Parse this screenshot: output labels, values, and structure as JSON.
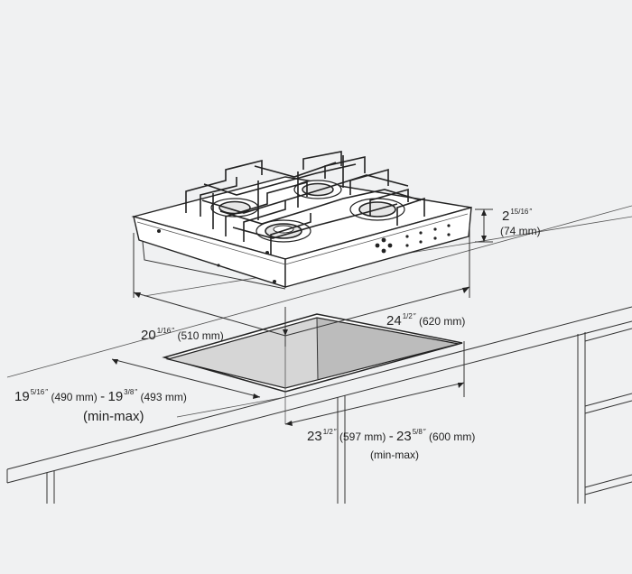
{
  "dimensions": {
    "height": {
      "whole": "2",
      "fraction": "15/16",
      "inch_mark": "″",
      "metric": "(74 mm)"
    },
    "cutout_depth": {
      "whole": "20",
      "fraction": "1/16",
      "inch_mark": "″",
      "metric": "(510 mm)"
    },
    "width": {
      "whole": "24",
      "fraction": "1/2",
      "inch_mark": "″",
      "metric": "(620 mm)"
    },
    "cutout_depth_range": {
      "min_whole": "19",
      "min_fraction": "5/16",
      "min_inch_mark": "″",
      "min_metric": "(490 mm)",
      "separator": "-",
      "max_whole": "19",
      "max_fraction": "3/8",
      "max_inch_mark": "″",
      "max_metric": "(493 mm)",
      "note": "(min-max)"
    },
    "cutout_width_range": {
      "min_whole": "23",
      "min_fraction": "1/2",
      "min_inch_mark": "″",
      "min_metric": "(597 mm)",
      "separator": "-",
      "max_whole": "23",
      "max_fraction": "5/8",
      "max_inch_mark": "″",
      "max_metric": "(600 mm)",
      "note": "(min-max)"
    }
  },
  "colors": {
    "background": "#f0f1f2",
    "cutout_fill": "#bcbcbc",
    "cutout_side": "#d6d6d6",
    "line": "#333333"
  }
}
